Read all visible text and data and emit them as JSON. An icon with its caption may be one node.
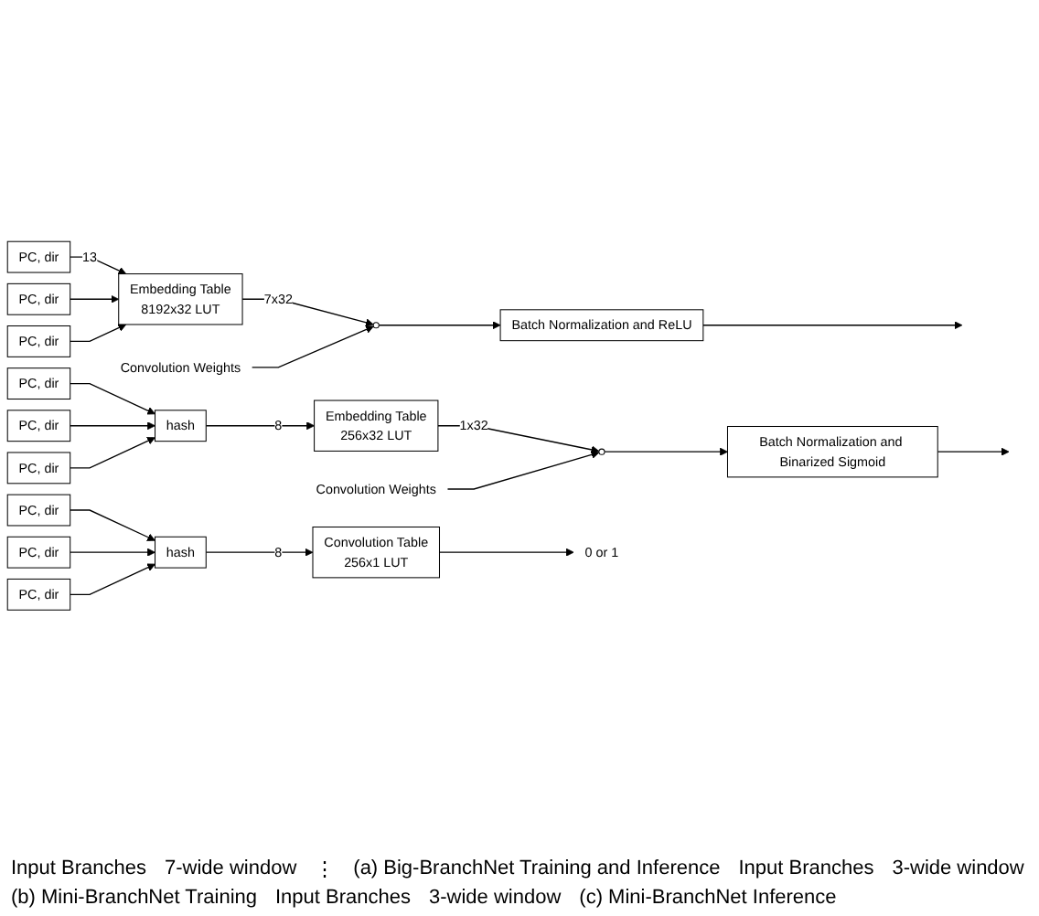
{
  "diagram": {
    "nodes": [
      {
        "text": [
          "PC, dir"
        ]
      },
      {
        "text": [
          "PC, dir"
        ]
      },
      {
        "text": [
          "PC, dir"
        ]
      },
      {
        "text": [
          "Embedding Table",
          "8192x32 LUT"
        ]
      },
      {
        "text": [
          "Convolution Weights"
        ]
      },
      {
        "text": [],
        "shape": "circle"
      },
      {
        "text": [
          "Batch Normalization and ReLU"
        ]
      },
      {
        "text": [
          "PC, dir"
        ]
      },
      {
        "text": [
          "PC, dir"
        ]
      },
      {
        "text": [
          "PC, dir"
        ]
      },
      {
        "text": [
          "hash"
        ]
      },
      {
        "text": [
          "Embedding Table",
          "256x32 LUT"
        ]
      },
      {
        "text": [
          "Convolution Weights"
        ]
      },
      {
        "text": [],
        "shape": "circle"
      },
      {
        "text": [
          "Batch Normalization and Binarized Sigmoid"
        ]
      },
      {
        "text": [
          "PC, dir"
        ]
      },
      {
        "text": [
          "PC, dir"
        ]
      },
      {
        "text": [
          "PC, dir"
        ]
      },
      {
        "text": [
          "hash"
        ]
      },
      {
        "text": [
          "Convolution Table",
          "256x1 LUT"
        ]
      },
      {
        "text": [
          "0 or 1"
        ]
      }
    ],
    "edges": [
      {
        "from": 0,
        "to": 3,
        "arrow": "to",
        "label": "13"
      },
      {
        "from": 1,
        "to": 3,
        "arrow": "to"
      },
      {
        "from": 2,
        "to": 3,
        "arrow": "to"
      },
      {
        "from": 3,
        "to": 5,
        "arrow": "to",
        "label": "7x32"
      },
      {
        "from": 4,
        "to": 5,
        "arrow": "to"
      },
      {
        "from": 5,
        "to": 6,
        "arrow": "to"
      },
      {
        "from": 6,
        "to": null,
        "arrow": "to"
      },
      {
        "from": 7,
        "to": 10,
        "arrow": "to"
      },
      {
        "from": 8,
        "to": 10,
        "arrow": "to"
      },
      {
        "from": 9,
        "to": 10,
        "arrow": "to"
      },
      {
        "from": 10,
        "to": 11,
        "arrow": "to",
        "label": "8"
      },
      {
        "from": 11,
        "to": 13,
        "arrow": "to",
        "label": "1x32"
      },
      {
        "from": 12,
        "to": 13,
        "arrow": "to"
      },
      {
        "from": 13,
        "to": 14,
        "arrow": "to"
      },
      {
        "from": 14,
        "to": null,
        "arrow": "to"
      },
      {
        "from": 15,
        "to": 18,
        "arrow": "to"
      },
      {
        "from": 16,
        "to": 18,
        "arrow": "to"
      },
      {
        "from": 17,
        "to": 18,
        "arrow": "to"
      },
      {
        "from": 18,
        "to": 19,
        "arrow": "to",
        "label": "8"
      },
      {
        "from": 19,
        "to": 20,
        "arrow": "to"
      }
    ],
    "labels": [
      "Input Branches",
      "7-wide window",
      "⋮",
      "(a) Big-BranchNet Training and Inference",
      "Input Branches",
      "3-wide window",
      "(b) Mini-BranchNet Training",
      "Input Branches",
      "3-wide window",
      "(c) Mini-BranchNet Inference"
    ]
  }
}
